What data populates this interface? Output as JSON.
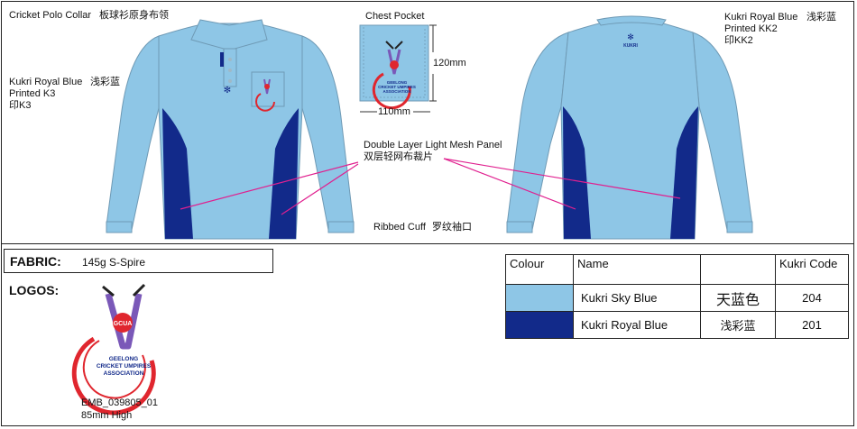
{
  "colors": {
    "sky_blue": "#8ec6e6",
    "royal_blue": "#122a8a",
    "pink_line": "#e0208f",
    "logo_purple": "#7a58b8",
    "logo_red": "#e0262e"
  },
  "labels": {
    "collar": "Cricket Polo Collar",
    "collar_cn": "板球衫原身布领",
    "front_logo_line1": "Kukri Royal Blue",
    "front_logo_cn": "浅彩蓝",
    "front_logo_line2": "Printed K3",
    "front_logo_line3": "印K3",
    "chest_pocket": "Chest Pocket",
    "pocket_height": "120mm",
    "pocket_width": "110mm",
    "back_logo_line1": "Kukri Royal Blue",
    "back_logo_cn": "浅彩蓝",
    "back_logo_line2": "Printed KK2",
    "back_logo_line3": "印KK2",
    "mesh_panel": "Double Layer Light Mesh Panel",
    "mesh_panel_cn": "双层轻网布裁片",
    "ribbed_cuff": "Ribbed Cuff",
    "ribbed_cuff_cn": "罗纹袖口",
    "back_brand": "KUKRI"
  },
  "fabric": {
    "label": "FABRIC:",
    "value": "145g S-Spire"
  },
  "logos": {
    "label": "LOGOS:",
    "badge_initials": "GCUA",
    "badge_line1": "GEELONG",
    "badge_line2": "CRICKET UMPIRES",
    "badge_line3": "ASSOCIATION",
    "code": "EMB_039805_01",
    "size": "85mm High"
  },
  "colour_table": {
    "headers": [
      "Colour",
      "Name",
      "",
      "Kukri Code"
    ],
    "rows": [
      {
        "swatch": "#8ec6e6",
        "name": "Kukri Sky Blue",
        "cn": "天蓝色",
        "code": "204"
      },
      {
        "swatch": "#122a8a",
        "name": "Kukri Royal Blue",
        "cn": "浅彩蓝",
        "code": "201"
      }
    ]
  }
}
